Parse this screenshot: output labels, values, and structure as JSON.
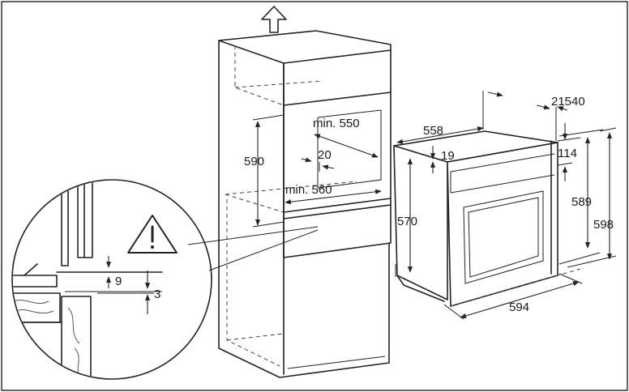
{
  "labels": {
    "min_depth": "min. 550",
    "min_width": "min. 560",
    "niche_height": "590",
    "gap": "20",
    "oven_depth": "558",
    "panel": "19",
    "front_height": "570",
    "top_dims": "21540",
    "top_offset": "114",
    "body_height": "589",
    "total_height": "598",
    "width": "594",
    "gap_top": "9",
    "gap_bottom": "3"
  },
  "icons": {
    "ventilation": "up-arrow-icon",
    "warning": "warning-triangle-icon"
  }
}
